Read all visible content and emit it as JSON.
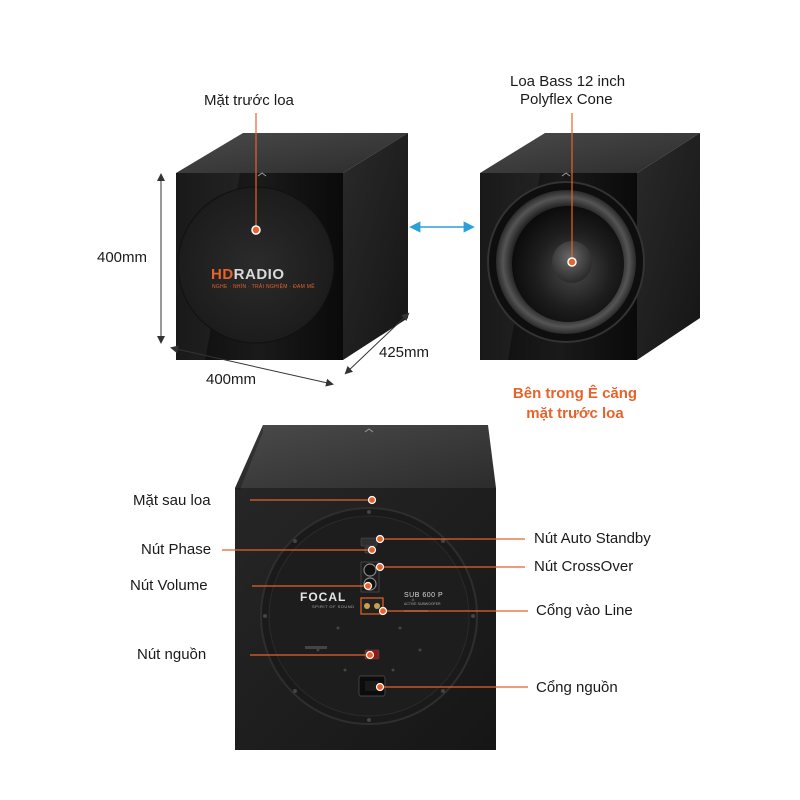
{
  "front_view": {
    "label_front": "Mặt trước loa",
    "watermark": {
      "brand_hd": "HD",
      "brand_radio": "RADIO",
      "tagline": "NGHE · NHÌN · TRẢI NGHIỆM · ĐAM MÊ"
    }
  },
  "inside_view": {
    "label_driver_line1": "Loa Bass 12 inch",
    "label_driver_line2": "Polyflex Cone",
    "note_line1": "Bên trong Ê căng",
    "note_line2": "mặt trước loa"
  },
  "dimensions": {
    "height": "400mm",
    "width": "400mm",
    "depth": "425mm"
  },
  "rear_view": {
    "brand": "FOCAL",
    "brand_tag": "SPIRIT OF SOUND",
    "model": "SUB 600 P",
    "model_sub": "ACTIVE SUBWOOFER",
    "labels": {
      "rear_panel": "Mặt sau loa",
      "phase": "Nút Phase",
      "volume": "Nút Volume",
      "power_switch": "Nút nguồn",
      "auto_standby": "Nút Auto Standby",
      "crossover": "Nút CrossOver",
      "line_in": "Cổng vào Line",
      "power_port": "Cổng nguồn"
    }
  },
  "colors": {
    "accent": "#e8622a",
    "cabinet_dark": "#1b1b1b",
    "cabinet_top": "#3a3a3a",
    "arrow_blue": "#2a9fd8"
  }
}
